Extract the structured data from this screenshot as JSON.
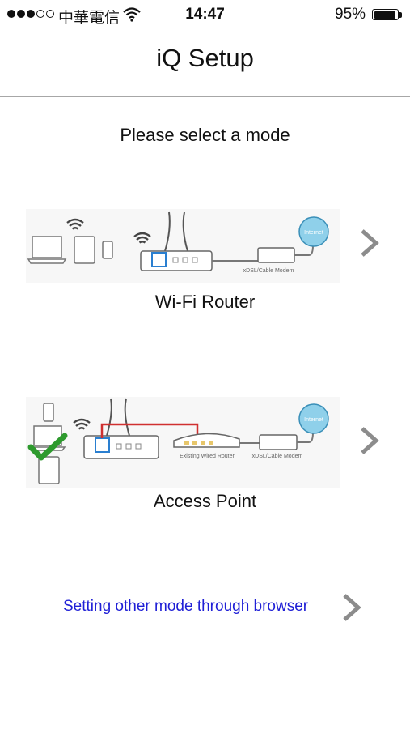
{
  "status_bar": {
    "carrier": "中華電信",
    "time": "14:47",
    "battery": "95%"
  },
  "nav": {
    "title": "iQ Setup"
  },
  "prompt": "Please select a mode",
  "modes": [
    {
      "label": "Wi-Fi Router",
      "diagram_internet": "Internet",
      "diagram_modem": "xDSL/Cable Modem"
    },
    {
      "label": "Access Point",
      "diagram_internet": "Internet",
      "diagram_router": "Existing Wired Router",
      "diagram_modem": "xDSL/Cable Modem"
    }
  ],
  "browser_link": "Setting other mode through browser",
  "icons": [
    "signal-dots-icon",
    "wifi-icon",
    "battery-icon",
    "laptop-icon",
    "tablet-icon",
    "phone-icon",
    "router-icon",
    "modem-icon",
    "globe-icon",
    "checkmark-icon",
    "chevron-right-icon"
  ],
  "colors": {
    "link": "#1f1fd6",
    "chevron": "#8c8c8c",
    "check": "#2e9a2e",
    "cable": "#d03030",
    "port_highlight": "#2a7fd0",
    "globe": "#8fd0ea"
  }
}
